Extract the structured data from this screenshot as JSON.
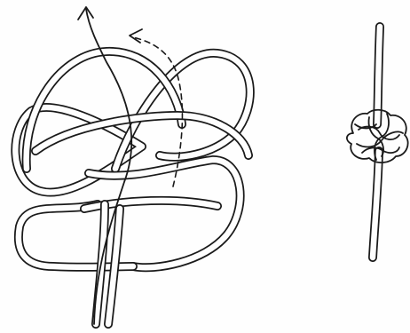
{
  "figure": {
    "panels": [
      {
        "id": "left",
        "subject": "loose-knot"
      },
      {
        "id": "right",
        "subject": "tightened-knot"
      }
    ],
    "line_color": "#1a1a1a",
    "background": "#fefefe"
  }
}
